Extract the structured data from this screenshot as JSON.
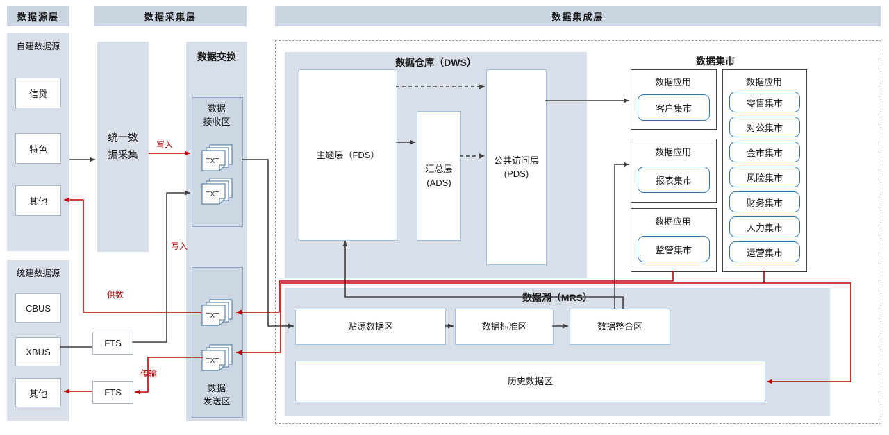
{
  "headers": {
    "source_layer": "数据源层",
    "collection_layer": "数据采集层",
    "integration_layer": "数据集成层"
  },
  "source_layer": {
    "self_built": {
      "title": "自建数据源",
      "items": [
        "信贷",
        "特色",
        "其他"
      ]
    },
    "unified": {
      "title": "统建数据源",
      "items": [
        "CBUS",
        "XBUS",
        "其他"
      ]
    }
  },
  "collection_layer": {
    "unified_collection": "统一数据采集",
    "fts_upper": "FTS",
    "fts_lower": "FTS",
    "exchange": {
      "title": "数据交换",
      "receive_zone_label": "数据\n接收区",
      "send_zone_label": "数据\n发送区"
    }
  },
  "integration_layer": {
    "dws": {
      "title": "数据仓库（DWS）",
      "subject_layer": "主题层（FDS）",
      "summary_layer": "汇总层\n(ADS)",
      "public_access_layer": "公共访问层\n(PDS)"
    },
    "mrs": {
      "title": "数据湖（MRS）",
      "source_zone": "贴源数据区",
      "standard_zone": "数据标准区",
      "integration_zone": "数据整合区",
      "history_zone": "历史数据区"
    },
    "mart": {
      "title": "数据集市",
      "groups": [
        {
          "label": "数据应用",
          "marts": [
            "客户集市"
          ]
        },
        {
          "label": "数据应用",
          "marts": [
            "报表集市"
          ]
        },
        {
          "label": "数据应用",
          "marts": [
            "监管集市"
          ]
        },
        {
          "label": "数据应用",
          "marts": [
            "零售集市",
            "对公集市",
            "金市集市",
            "风险集市",
            "财务集市",
            "人力集市",
            "运营集市"
          ]
        }
      ]
    }
  },
  "flow_labels": {
    "write_upper": "写入",
    "write_lower": "写入",
    "supply": "供数",
    "transfer": "传输"
  },
  "icons": {
    "txt_file": "TXT"
  },
  "colors": {
    "accent_red": "#c00000",
    "arrow_black": "#3f3f3f",
    "mart_border": "#2e75b6",
    "panel_blue": "#d9dfe9",
    "header_blue": "#cbd5e2"
  }
}
